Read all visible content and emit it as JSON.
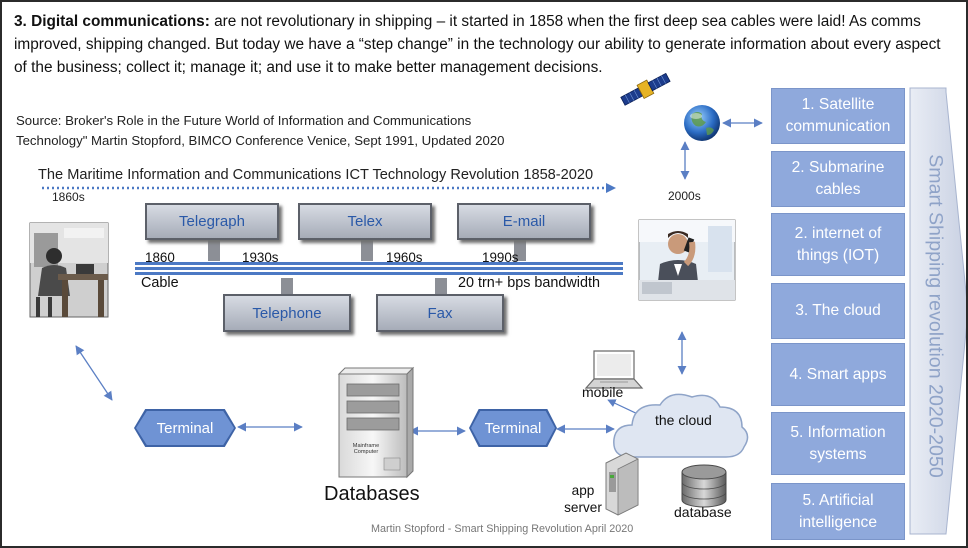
{
  "heading": {
    "lead": "3. Digital communications:",
    "body": " are not revolutionary in shipping – it started in 1858 when the first deep sea cables were laid! As comms improved, shipping changed. But today we have a “step change” in the technology our ability to generate information about every aspect of the business; collect it; manage it; and use it to make better management decisions."
  },
  "source": {
    "line1": "Source: Broker's Role in the Future World of Information and Communications",
    "line2": "Technology\" Martin Stopford, BIMCO Conference Venice, Sept 1991, Updated 2020"
  },
  "timeline": {
    "title": "The Maritime Information and Communications ICT Technology Revolution 1858-2020",
    "start_label": "1860s",
    "end_label": "2000s",
    "upper_boxes": [
      "Telegraph",
      "Telex",
      "E-mail"
    ],
    "lower_boxes": [
      "Telephone",
      "Fax"
    ],
    "years": [
      "1860",
      "1930s",
      "1960s",
      "1990s"
    ],
    "cable_label": "Cable",
    "bandwidth_label": "20 trn+ bps bandwidth"
  },
  "network": {
    "terminal_left": "Terminal",
    "terminal_right": "Terminal",
    "mainframe_label": "Mainframe Computer",
    "databases_label": "Databases",
    "mobile_label": "mobile",
    "cloud_label": "the cloud",
    "app_server_label": "app server",
    "app_server_line1": "app",
    "app_server_line2": "server",
    "database_label": "database"
  },
  "revolution": {
    "arrow_label": "Smart Shipping revolution 2020-2050",
    "items": [
      "1. Satellite communication",
      "2. Submarine cables",
      "2. internet of things (IOT)",
      "3. The cloud",
      "4. Smart apps",
      "5. Information systems",
      "5. Artificial intelligence"
    ]
  },
  "footer": "Martin Stopford - Smart Shipping Revolution April 2020",
  "colors": {
    "box_blue": "#8fa9dc",
    "hex_blue": "#6f93d4",
    "cable_blue": "#4c79c4",
    "box_text_blue": "#2a59a8",
    "arrow_blue": "#5b7fc4"
  }
}
